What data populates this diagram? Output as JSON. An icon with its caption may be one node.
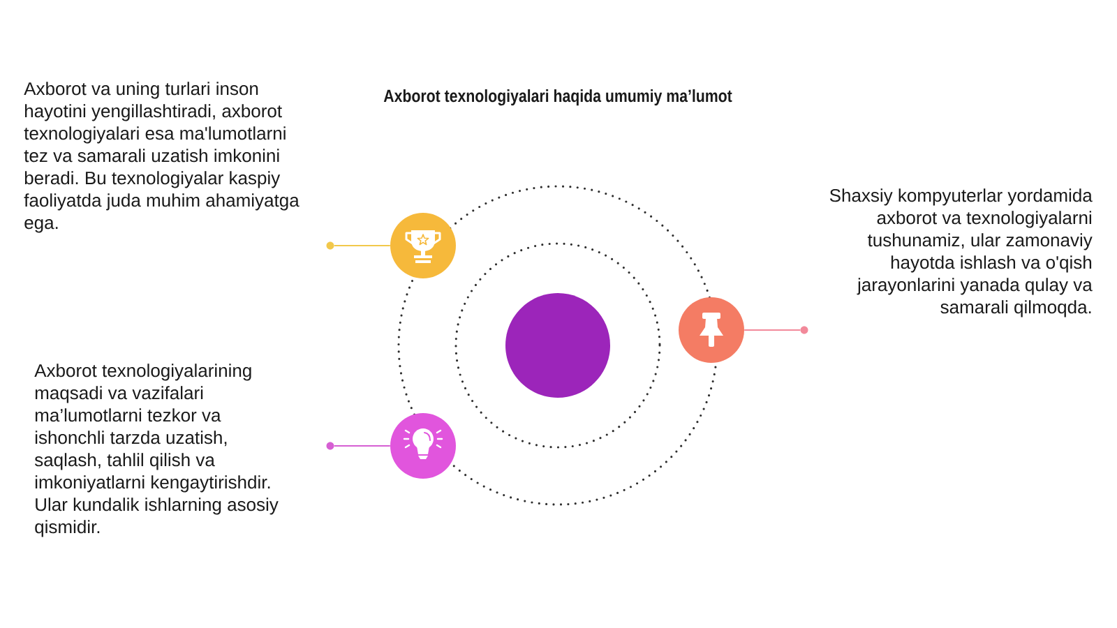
{
  "diagram": {
    "title": "Axborot texnologiyalari haqida umumiy ma’lumot",
    "nodes": [
      {
        "text": [],
        "shape": "circle",
        "beside": [
          "Axborot va uning turlari inson hayotini yengillashtiradi, axborot texnologiyalari esa ma'lumotlarni tez va samarali uzatish imkonini beradi. Bu texnologiyalar kaspiy faoliyatda juda muhim ahamiyatga ega."
        ]
      },
      {
        "text": [],
        "shape": "circle"
      },
      {
        "text": [],
        "shape": "circle"
      },
      {
        "text": [],
        "shape": "circle",
        "beside": [
          "Shaxsiy kompyuterlar yordamida axborot va texnologiyalarni tushunamiz, ular zamonaviy hayotda ishlash va o'qish jarayonlarini yanada qulay va samarali qilmoqda."
        ]
      },
      {
        "text": [],
        "shape": "circle"
      },
      {
        "text": [],
        "shape": "circle",
        "beside": [
          "Axborot texnologiyalarining maqsadi va vazifalari ma’lumotlarni tezkor va ishonchli tarzda uzatish, saqlash, tahlil qilish va imkoniyatlarni kengaytirishdir. Ular kundalik ishlarning asosiy qismidir."
        ]
      },
      {
        "text": [],
        "shape": "circle"
      }
    ],
    "edges": [
      {
        "from": 1,
        "to": 0,
        "arrow": "none",
        "color": "#f2c84b"
      },
      {
        "from": 2,
        "to": 3,
        "arrow": "none",
        "color": "#f2899a"
      },
      {
        "from": 6,
        "to": 5,
        "arrow": "none",
        "color": "#d65fd3"
      }
    ]
  }
}
